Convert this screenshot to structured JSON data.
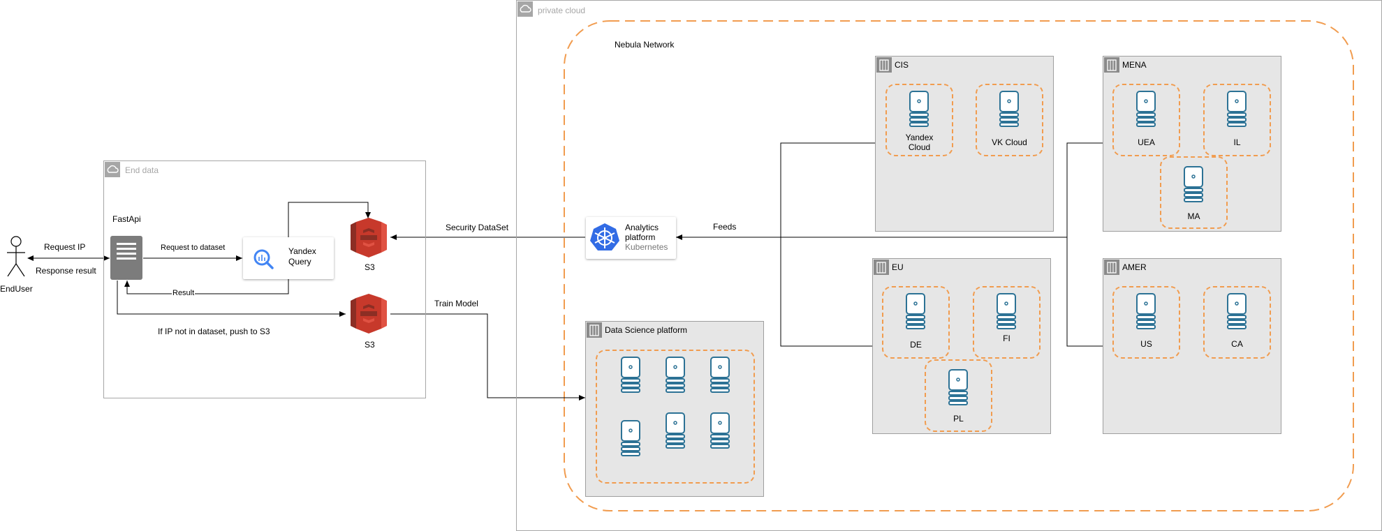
{
  "colors": {
    "dashed_border": "#f19c4f",
    "group_fill": "#e6e6e6",
    "server_icon": "#2c7295",
    "s3_red": "#c7392b",
    "kubernetes_blue": "#326ce5"
  },
  "private_cloud": {
    "label": "private cloud",
    "icon": "cloud-icon"
  },
  "end_data": {
    "label": "End data",
    "icon": "cloud-icon"
  },
  "nebula": {
    "label": "Nebula Network"
  },
  "actor": {
    "label": "EndUser",
    "icon": "stick-figure-icon"
  },
  "fastapi": {
    "label": "FastApi",
    "icon": "server-icon"
  },
  "yandex_query": {
    "label": "Yandex Query",
    "icon": "bigquery-icon"
  },
  "s3_top": {
    "label": "S3",
    "icon": "aws-s3-icon"
  },
  "s3_bottom": {
    "label": "S3",
    "icon": "aws-s3-icon"
  },
  "analytics": {
    "line1": "Analytics",
    "line2": "platform",
    "line3": "Kubernetes",
    "icon": "kubernetes-icon"
  },
  "edges": {
    "request_ip": "Request IP",
    "response_result": "Response result",
    "request_dataset": "Request to dataset",
    "result": "Result",
    "push_s3": "If IP not in dataset, push to S3",
    "security_dataset": "Security DataSet",
    "train_model": "Train Model",
    "feeds": "Feeds"
  },
  "groups": {
    "cis": {
      "title": "CIS",
      "servers": [
        "Yandex Cloud",
        "VK Cloud"
      ]
    },
    "mena": {
      "title": "MENA",
      "servers": [
        "UEA",
        "IL",
        "MA"
      ]
    },
    "eu": {
      "title": "EU",
      "servers": [
        "DE",
        "FI",
        "PL"
      ]
    },
    "amer": {
      "title": "AMER",
      "servers": [
        "US",
        "CA"
      ]
    },
    "ds": {
      "title": "Data Science platform"
    }
  }
}
